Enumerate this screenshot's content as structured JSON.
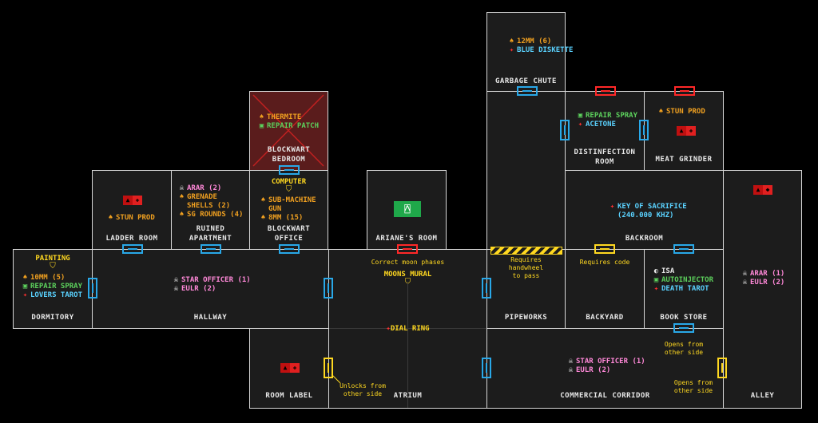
{
  "rooms": {
    "garbage_chute": {
      "label": "GARBAGE CHUTE",
      "items": [
        {
          "icon": "♠",
          "text": "12MM (6)",
          "color": "orange"
        },
        {
          "icon": "✦",
          "text": "BLUE DISKETTE",
          "color": "cyan"
        }
      ]
    },
    "distinfection": {
      "label1": "DISTINFECTION",
      "label2": "ROOM",
      "items": [
        {
          "icon": "▣",
          "text": "REPAIR SPRAY",
          "color": "green"
        },
        {
          "icon": "✦",
          "text": "ACETONE",
          "color": "cyan"
        }
      ]
    },
    "meat_grinder": {
      "label": "MEAT GRINDER",
      "items": [
        {
          "icon": "♠",
          "text": "STUN PROD",
          "color": "orange"
        }
      ]
    },
    "blockwart_bedroom": {
      "label1": "BLOCKWART",
      "label2": "BEDROOM",
      "items": [
        {
          "icon": "♠",
          "text": "THERMITE",
          "color": "orange"
        },
        {
          "icon": "▣",
          "text": "REPAIR PATCH",
          "color": "green"
        }
      ]
    },
    "ladder_room": {
      "label": "LADDER ROOM",
      "items": [
        {
          "icon": "♠",
          "text": "STUN PROD",
          "color": "orange"
        }
      ]
    },
    "ruined_apartment": {
      "label1": "RUINED",
      "label2": "APARTMENT",
      "items": [
        {
          "icon": "☠",
          "text": "ARAR (2)",
          "color": "pink"
        },
        {
          "icon": "♠",
          "text": "GRENADE",
          "color": "orange"
        },
        {
          "icon": "",
          "text": "SHELLS (2)",
          "color": "orange"
        },
        {
          "icon": "♠",
          "text": "SG ROUNDS (4)",
          "color": "orange"
        }
      ]
    },
    "blockwart_office": {
      "label1": "BLOCKWART",
      "label2": "OFFICE",
      "items": [
        {
          "icon": "♠",
          "text": "SUB-MACHINE",
          "color": "orange"
        },
        {
          "icon": "",
          "text": "GUN",
          "color": "orange"
        },
        {
          "icon": "♠",
          "text": "8MM (15)",
          "color": "orange"
        }
      ],
      "computer": "COMPUTER"
    },
    "arianes_room": {
      "label": "ARIANE'S ROOM"
    },
    "backroom": {
      "label": "BACKROOM",
      "items": [
        {
          "icon": "✦",
          "text": "KEY OF SACRIFICE",
          "color": "cyan"
        },
        {
          "icon": "",
          "text": "(240.000 KHZ)",
          "color": "cyan"
        }
      ]
    },
    "dormitory": {
      "label": "DORMITORY",
      "painting": "PAINTING",
      "items": [
        {
          "icon": "♠",
          "text": "10MM (5)",
          "color": "orange"
        },
        {
          "icon": "▣",
          "text": "REPAIR SPRAY",
          "color": "green"
        },
        {
          "icon": "✦",
          "text": "LOVERS TAROT",
          "color": "cyan"
        }
      ]
    },
    "hallway": {
      "label": "HALLWAY",
      "items": [
        {
          "icon": "☠",
          "text": "STAR OFFICER (1)",
          "color": "pink"
        },
        {
          "icon": "☠",
          "text": "EULR (2)",
          "color": "pink"
        }
      ]
    },
    "atrium": {
      "label": "ATRIUM",
      "mural": "MOONS MURAL",
      "dial": "DIAL RING",
      "note_moon": "Correct moon phases"
    },
    "pipeworks": {
      "label": "PIPEWORKS",
      "note1": "Requires",
      "note2": "handwheel",
      "note3": "to pass"
    },
    "backyard": {
      "label": "BACKYARD",
      "note": "Requires code"
    },
    "book_store": {
      "label": "BOOK STORE",
      "items": [
        {
          "icon": "◐",
          "text": "ISA",
          "color": "white"
        },
        {
          "icon": "▣",
          "text": "AUTOINJECTOR",
          "color": "green"
        },
        {
          "icon": "✦",
          "text": "DEATH TAROT",
          "color": "cyan"
        }
      ]
    },
    "alley": {
      "label": "ALLEY",
      "items": [
        {
          "icon": "☠",
          "text": "ARAR (1)",
          "color": "pink"
        },
        {
          "icon": "☠",
          "text": "EULR (2)",
          "color": "pink"
        }
      ]
    },
    "room_label": {
      "label": "ROOM LABEL"
    },
    "commercial_corridor": {
      "label": "COMMERCIAL CORRIDOR",
      "items": [
        {
          "icon": "☠",
          "text": "STAR OFFICER (1)",
          "color": "pink"
        },
        {
          "icon": "☠",
          "text": "EULR (2)",
          "color": "pink"
        }
      ]
    }
  },
  "notes": {
    "unlocks1": "Unlocks from",
    "unlocks2": "other side",
    "opens1": "Opens from",
    "opens2": "other side",
    "opens3": "Opens from",
    "opens4": "other side"
  },
  "icons": {
    "exit": "exit-sign-icon",
    "badge_up": "▲",
    "badge_down": "✚",
    "badge_diamond": "◆"
  },
  "colors": {
    "wall": "#d8d8d8",
    "room": "#1c1c1c",
    "door_blue": "#29a8e8",
    "door_red": "#ff2828",
    "door_yellow": "#ffd820"
  }
}
